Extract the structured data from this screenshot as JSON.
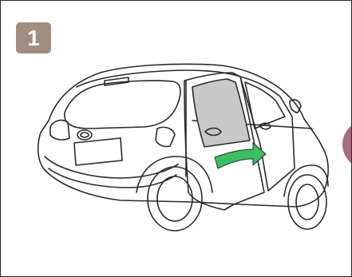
{
  "step": {
    "number": "1"
  },
  "colors": {
    "badge": "#a08e82",
    "arrow": "#3bbf62",
    "door_glass": "#c8c8c8",
    "edge_tab": "#a86d7c",
    "outline": "#2a2a2a"
  },
  "icons": [
    "step-number-badge",
    "car-illustration",
    "open-door-arrow-icon",
    "next-step-tab"
  ]
}
